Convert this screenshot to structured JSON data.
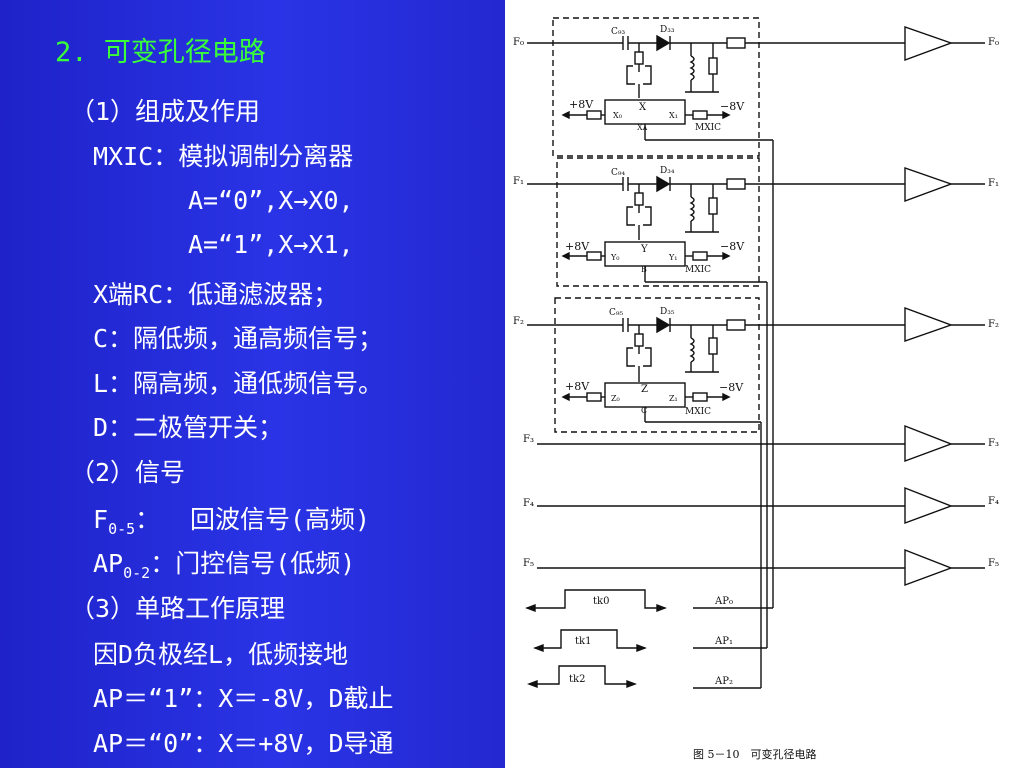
{
  "slide": {
    "title": "2. 可变孔径电路",
    "lines": [
      "（1）组成及作用",
      "MXIC：模拟调制分离器",
      "A=“0”,X→X0,",
      "A=“1”,X→X1,",
      "X端RC：低通滤波器；",
      "C：隔低频，通高频信号；",
      "L：隔高频，通低频信号。",
      "D：二极管开关；",
      "（2）信号",
      "F0-5：",
      "回波信号(高频)",
      "AP0-2：门控信号(低频)",
      "（3）单路工作原理",
      "因D负极经L，低频接地",
      "AP＝“1”：X＝-8V，D截止",
      "AP＝“0”：X＝+8V，D导通"
    ],
    "f_base": "F",
    "f_sub": "0-5",
    "ap_base": "AP",
    "ap_sub": "0-2",
    "ap_rest": "：门控信号(低频)"
  },
  "diagram": {
    "caption": "图 5－10　可变孔径电路",
    "inputs": [
      "F₀",
      "F₁",
      "F₂",
      "F₃",
      "F₄",
      "F₅"
    ],
    "outputs": [
      "F₀",
      "F₁",
      "F₂",
      "F₃",
      "F₄",
      "F₅"
    ],
    "caps": [
      "C₉₃",
      "C₉₄",
      "C₉₅"
    ],
    "diodes": [
      "D₃₃",
      "D₃₄",
      "D₃₅"
    ],
    "mxic": "MXIC",
    "plus8v": "+8V",
    "minus8v": "−8V",
    "mx0": {
      "sel": "X",
      "in0": "X₀",
      "in1": "X₁",
      "ctl": "Xᴀ"
    },
    "mx1": {
      "sel": "Y",
      "in0": "Y₀",
      "in1": "Y₁",
      "ctl": "B"
    },
    "mx2": {
      "sel": "Z",
      "in0": "Z₀",
      "in1": "Z₁",
      "ctl": "C"
    },
    "gates": [
      "tk0",
      "tk1",
      "tk2"
    ],
    "ap_labels": [
      "AP₀",
      "AP₁",
      "AP₂"
    ]
  }
}
